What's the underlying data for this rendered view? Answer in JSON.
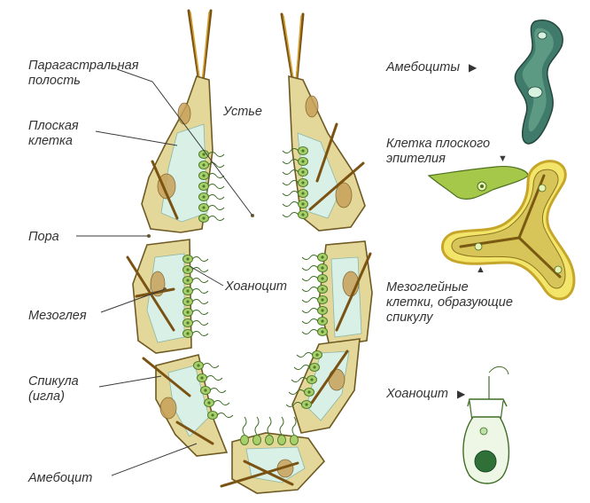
{
  "labels": {
    "paragastral": [
      "Парагастральная",
      "полость"
    ],
    "flat_cell": [
      "Плоская",
      "клетка"
    ],
    "pore": "Пора",
    "mesoglea": "Мезоглея",
    "spicule": [
      "Спикула",
      "(игла)"
    ],
    "amoebocyte": "Амебоцит",
    "osculum": "Устье",
    "choanocyte_center": "Хоаноцит",
    "amoebocytes_right": "Амебоциты",
    "flat_epithelium": [
      "Клетка плоского",
      "эпителия"
    ],
    "mesoglea_cells": [
      "Мезоглейные",
      "клетки, образующие",
      "спикулу"
    ],
    "choanocyte_right": "Хоаноцит"
  },
  "arrows": {
    "right": "▶",
    "down": "▼",
    "up": "▲"
  },
  "colors": {
    "wall": "#e4d79a",
    "outline": "#6e5a22",
    "mesoglea": "#d9f0e7",
    "choanocyte": "#a9cf6b",
    "amoebocyte_right": "#3f7a6b",
    "flat_cell_green": "#a6c84a",
    "spicule_glow": "#f3e46a",
    "label_text": "#333333"
  }
}
